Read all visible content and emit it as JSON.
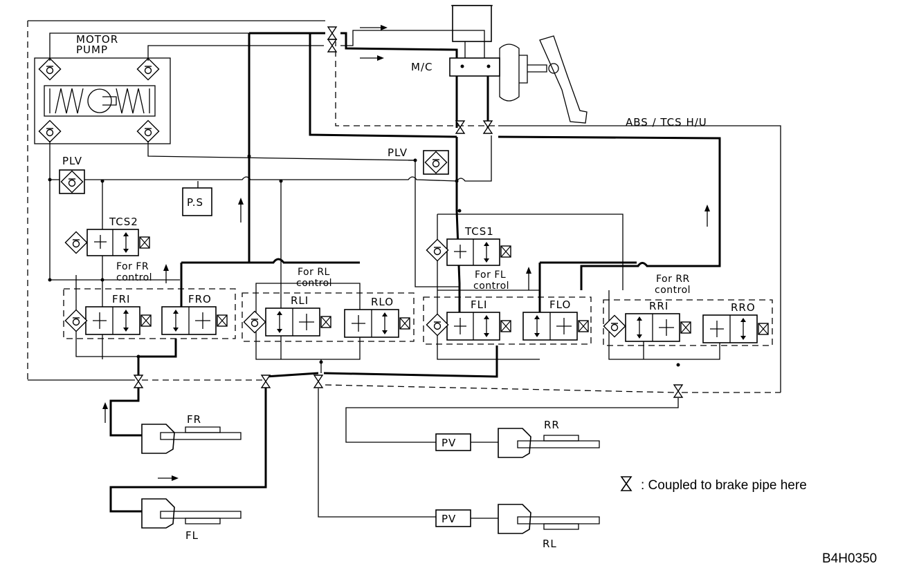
{
  "labels": {
    "motor_pump_line1": "MOTOR",
    "motor_pump_line2": "PUMP",
    "mc": "M/C",
    "hu": "ABS / TCS   H/U",
    "plv_left": "PLV",
    "plv_right": "PLV",
    "ps": "P.S",
    "tcs2": "TCS2",
    "tcs1": "TCS1",
    "for_fr_1": "For FR",
    "for_fr_2": "control",
    "for_rl_1": "For RL",
    "for_rl_2": "control",
    "for_fl_1": "For FL",
    "for_fl_2": "control",
    "for_rr_1": "For RR",
    "for_rr_2": "control",
    "fri": "FRI",
    "fro": "FRO",
    "rli": "RLI",
    "rlo": "RLO",
    "fli": "FLI",
    "flo": "FLO",
    "rri": "RRI",
    "rro": "RRO",
    "wheel_fr": "FR",
    "wheel_fl": "FL",
    "wheel_rr": "RR",
    "wheel_rl": "RL",
    "pv_rr": "PV",
    "pv_rl": "PV"
  },
  "legend": {
    "symbol": "⧖",
    "text": ": Coupled to brake pipe here"
  },
  "figure_code": "B4H0350"
}
